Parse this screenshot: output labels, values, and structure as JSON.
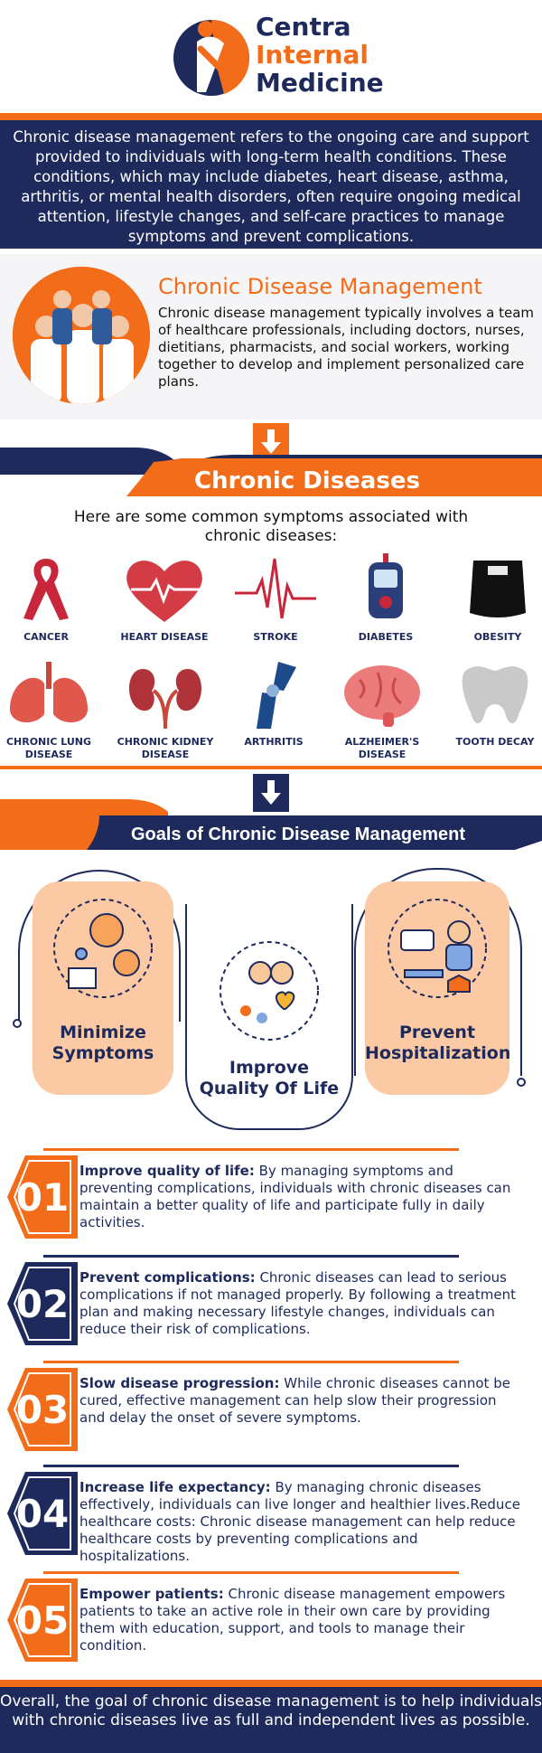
{
  "brand": {
    "line1": "Centra",
    "line2": "Internal",
    "line3": "Medicine"
  },
  "intro": "Chronic disease management refers to the ongoing care and support provided to individuals with long-term health conditions. These conditions, which may include diabetes, heart disease, asthma, arthritis, or mental health disorders, often require ongoing medical attention, lifestyle changes, and self-care practices to manage symptoms and prevent complications.",
  "cdm": {
    "title": "Chronic Disease Management",
    "text": "Chronic disease management typically involves a team of healthcare professionals, including doctors, nurses, dietitians, pharmacists, and social workers, working together to develop and implement personalized care plans."
  },
  "diseases_section": {
    "title": "Chronic Diseases",
    "subtitle": "Here are some common symptoms associated with chronic diseases:",
    "row1": [
      "CANCER",
      "HEART DISEASE",
      "STROKE",
      "DIABETES",
      "OBESITY"
    ],
    "row2": [
      "CHRONIC LUNG DISEASE",
      "CHRONIC KIDNEY DISEASE",
      "ARTHRITIS",
      "ALZHEIMER'S DISEASE",
      "TOOTH DECAY"
    ]
  },
  "goals_section": {
    "title": "Goals of Chronic Disease Management",
    "cards": [
      "Minimize Symptoms",
      "Improve Quality Of Life",
      "Prevent Hospitalization"
    ]
  },
  "items": [
    {
      "num": "01",
      "bold": "Improve quality of life:",
      "text": " By managing symptoms and preventing complications, individuals with chronic diseases can maintain a better quality of life and participate fully in daily activities."
    },
    {
      "num": "02",
      "bold": "Prevent complications:",
      "text": " Chronic diseases can lead to serious complications if not managed properly. By following a treatment plan and making necessary lifestyle changes, individuals can reduce their risk of complications."
    },
    {
      "num": "03",
      "bold": "Slow disease progression:",
      "text": " While chronic diseases cannot be cured, effective management can help slow their progression and delay the onset of severe symptoms."
    },
    {
      "num": "04",
      "bold": "Increase life expectancy:",
      "text": " By managing chronic diseases effectively, individuals can live longer and healthier lives.Reduce healthcare costs: Chronic disease management can help reduce healthcare costs by preventing complications and hospitalizations."
    },
    {
      "num": "05",
      "bold": "Empower patients:",
      "text": " Chronic disease management empowers patients to take an active role in their own care by providing them with education, support, and tools to manage their condition."
    }
  ],
  "footer": "Overall, the goal of chronic disease management is to help individuals with chronic diseases live as full and independent lives as possible.",
  "colors": {
    "navy": "#1d2a5b",
    "orange": "#f26c1a",
    "peach": "#fbc9a4"
  },
  "icons": [
    "cancer-ribbon-icon",
    "heart-icon",
    "stroke-ecg-icon",
    "glucometer-icon",
    "scale-icon",
    "lungs-icon",
    "kidneys-icon",
    "knee-joint-icon",
    "brain-icon",
    "tooth-icon"
  ]
}
